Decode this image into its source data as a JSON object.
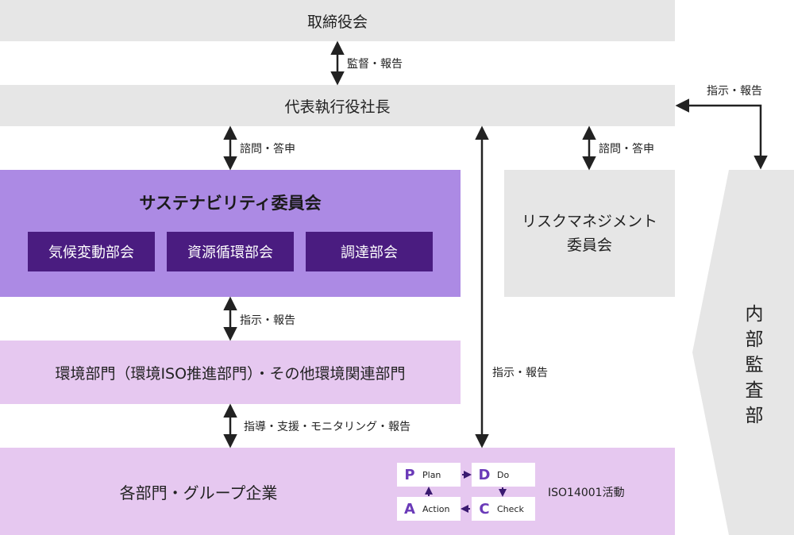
{
  "board": {
    "label": "取締役会"
  },
  "ceo": {
    "label": "代表執行役社長"
  },
  "sustainability": {
    "title": "サステナビリティ委員会",
    "subcommittees": [
      "気候変動部会",
      "資源循環部会",
      "調達部会"
    ]
  },
  "risk_committee": {
    "line1": "リスクマネジメント",
    "line2": "委員会"
  },
  "environment_dept": {
    "label": "環境部門（環境ISO推進部門）・その他環境関連部門"
  },
  "departments": {
    "label": "各部門・グループ企業"
  },
  "internal_audit": {
    "label": "内部監査部"
  },
  "connectors": {
    "board_ceo": "監督・報告",
    "ceo_sust": "諮問・答申",
    "ceo_risk": "諮問・答申",
    "sust_env": "指示・報告",
    "env_dept": "指導・支援・モニタリング・報告",
    "ceo_departments": "指示・報告",
    "ceo_audit": "指示・報告"
  },
  "pdca": {
    "plan": {
      "letter": "P",
      "word": "Plan"
    },
    "do": {
      "letter": "D",
      "word": "Do"
    },
    "check": {
      "letter": "C",
      "word": "Check"
    },
    "action": {
      "letter": "A",
      "word": "Action"
    },
    "activity_label": "ISO14001活動"
  },
  "colors": {
    "gray_box": "#e6e6e6",
    "sustainability": "#ac8ae4",
    "subcommittee": "#4a1c80",
    "light_purple": "#e6c8f0",
    "pdca_letter": "#6a3ab8"
  }
}
